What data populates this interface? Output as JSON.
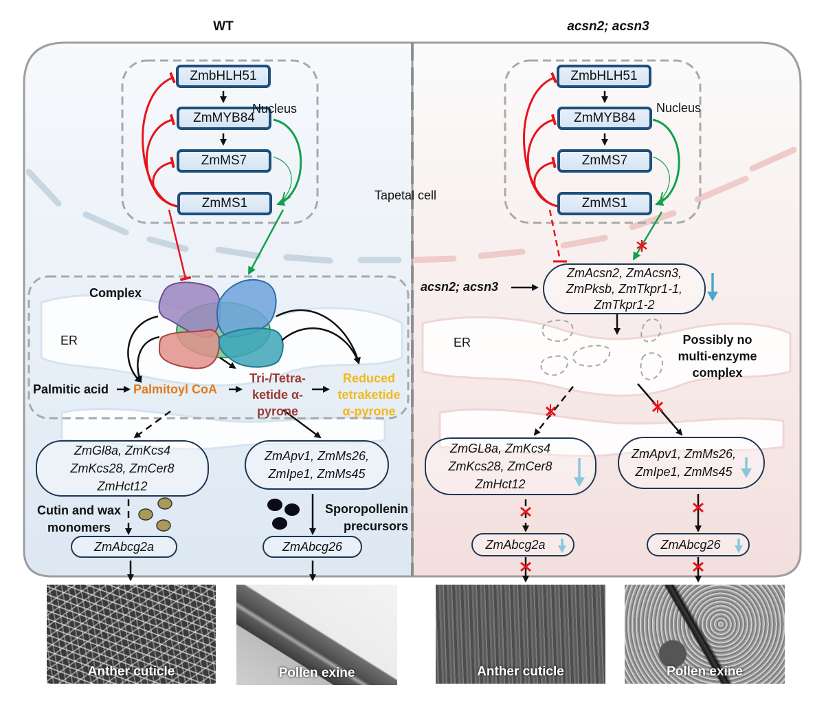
{
  "panels": {
    "wt": {
      "title": "WT",
      "nucleus_label": "Nucleus",
      "er_label": "ER",
      "complex_label": "Complex",
      "transcription_factors": [
        "ZmbHLH51",
        "ZmMYB84",
        "ZmMS7",
        "ZmMS1"
      ],
      "substrate": "Palmitic acid",
      "intermediate": "Palmitoyl CoA",
      "product_1": [
        "Tri-/Tetra-",
        "ketide α-",
        "pyrone"
      ],
      "product_2": [
        "Reduced",
        "tetraketide",
        "α-pyrone"
      ],
      "cutin_genes": [
        "ZmGl8a, ZmKcs4",
        "ZmKcs28, ZmCer8",
        "ZmHct12"
      ],
      "sporopollenin_genes": [
        "ZmApv1, ZmMs26,",
        "ZmIpe1, ZmMs45"
      ],
      "cutin_label": [
        "Cutin and wax",
        "monomers"
      ],
      "sporopollenin_label": [
        "Sporopollenin",
        "precursors"
      ],
      "transporter_left": "ZmAbcg2a",
      "transporter_right": "ZmAbcg26",
      "image_left_label": "Anther cuticle",
      "image_right_label": "Pollen exine"
    },
    "mutant": {
      "title": "acsn2; acsn3",
      "nucleus_label": "Nucleus",
      "er_label": "ER",
      "transcription_factors": [
        "ZmbHLH51",
        "ZmMYB84",
        "ZmMS7",
        "ZmMS1"
      ],
      "mutation_input": "acsn2; acsn3",
      "enzyme_genes": [
        "ZmAcsn2, ZmAcsn3,",
        "ZmPksb, ZmTkpr1-1,",
        "ZmTkpr1-2"
      ],
      "no_complex_label": [
        "Possibly no",
        "multi-enzyme",
        "complex"
      ],
      "cutin_genes": [
        "ZmGL8a, ZmKcs4",
        "ZmKcs28, ZmCer8",
        "ZmHct12"
      ],
      "sporopollenin_genes": [
        "ZmApv1, ZmMs26,",
        "ZmIpe1, ZmMs45"
      ],
      "transporter_left": "ZmAbcg2a",
      "transporter_right": "ZmAbcg26",
      "image_left_label": "Anther cuticle",
      "image_right_label": "Pollen exine"
    }
  },
  "shared": {
    "cell_label": "Tapetal cell"
  },
  "colors": {
    "inhibition": "#e8141b",
    "activation": "#12a04a",
    "downregulation": "#4aa9c9",
    "blocked_mark": "#e8141b",
    "palmitoyl_coa": "#e07b1c",
    "pyrone": "#9c3a33",
    "reduced_pyrone": "#f2b81c",
    "tf_border": "#1f4e79",
    "wt_bg": "#eaf1f8",
    "mutant_bg": "#f7ebea"
  }
}
